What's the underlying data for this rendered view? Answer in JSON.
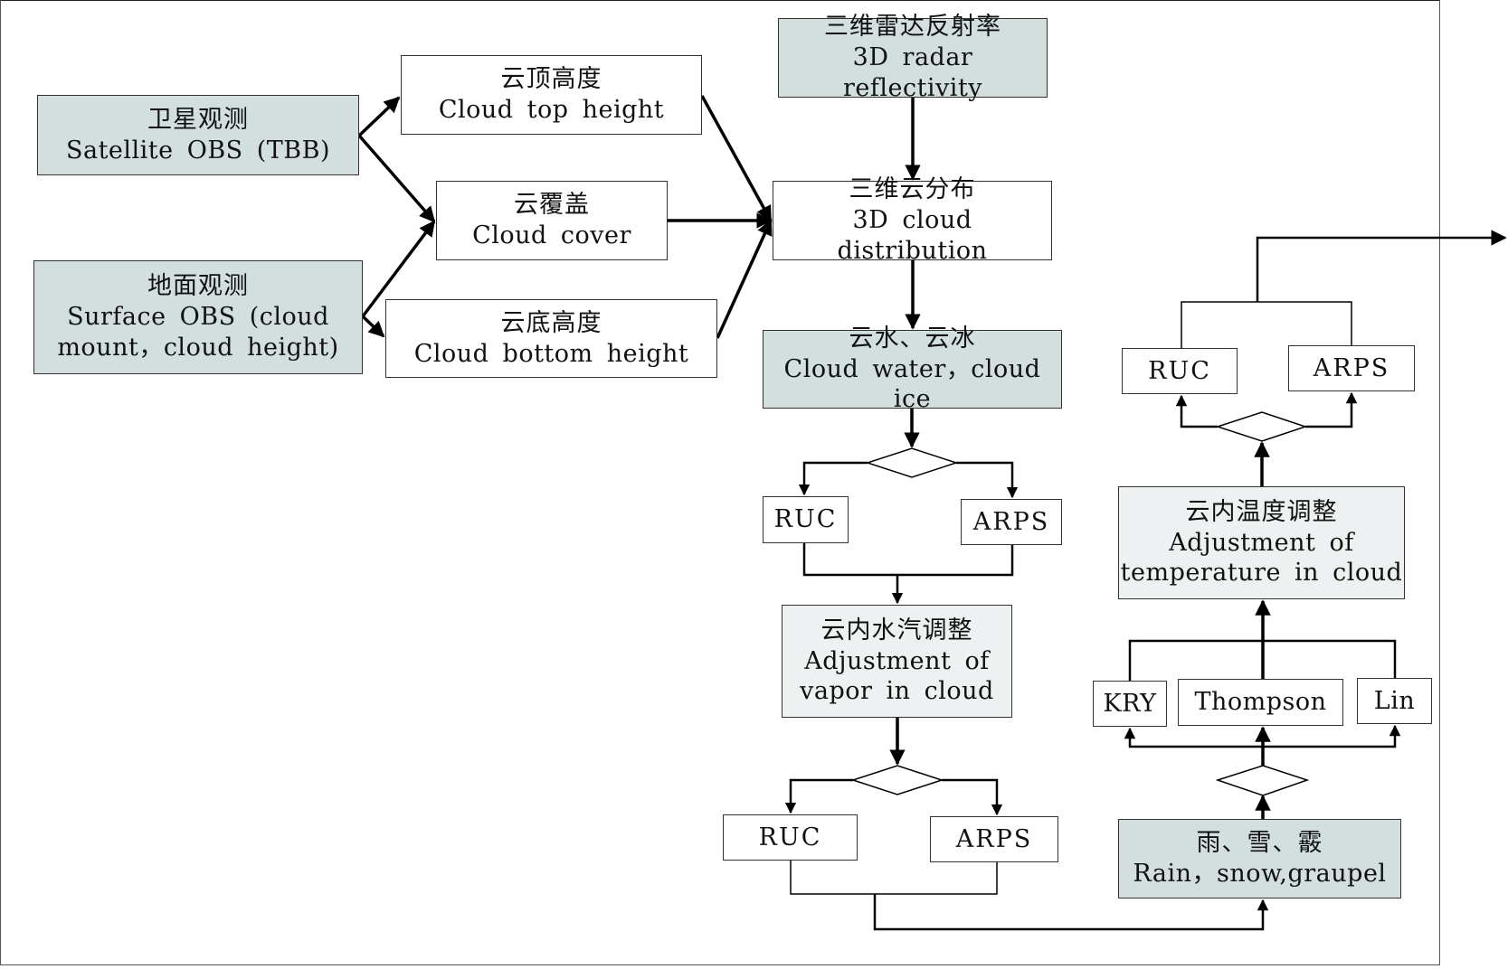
{
  "diagram": {
    "type": "flowchart",
    "colors": {
      "data_box_fill": "#d3dfdf",
      "adjust_box_fill": "#eef1f1",
      "plain_box_fill": "#ffffff",
      "line": "#000000"
    },
    "nodes": {
      "satellite": {
        "zh": "卫星观测",
        "en": "Satellite OBS (TBB)"
      },
      "surface": {
        "zh": "地面观测",
        "en": "Surface OBS (cloud",
        "en2": "mount，cloud height)"
      },
      "cloud_top": {
        "zh": "云顶高度",
        "en": "Cloud top height"
      },
      "cloud_cover": {
        "zh": "云覆盖",
        "en": "Cloud cover"
      },
      "cloud_bottom": {
        "zh": "云底高度",
        "en": "Cloud bottom height"
      },
      "radar": {
        "zh": "三维雷达反射率",
        "en": "3D radar reflectivity"
      },
      "cloud_dist": {
        "zh": "三维云分布",
        "en": "3D cloud distribution"
      },
      "cloud_water_ice": {
        "zh": "云水、云冰",
        "en": "Cloud water，cloud ice"
      },
      "ruc_1": {
        "en": "RUC"
      },
      "arps_1": {
        "en": "ARPS"
      },
      "vapor_adj": {
        "zh": "云内水汽调整",
        "en": "Adjustment of",
        "en2": "vapor in cloud"
      },
      "ruc_2": {
        "en": "RUC"
      },
      "arps_2": {
        "en": "ARPS"
      },
      "precip": {
        "zh": "雨、雪、霰",
        "en": "Rain，snow,graupel"
      },
      "kry": {
        "en": "KRY"
      },
      "thompson": {
        "en": "Thompson"
      },
      "lin": {
        "en": "Lin"
      },
      "temp_adj": {
        "zh": "云内温度调整",
        "en": "Adjustment of",
        "en2": "temperature in cloud"
      },
      "ruc_3": {
        "en": "RUC"
      },
      "arps_3": {
        "en": "ARPS"
      }
    },
    "edges": [
      [
        "satellite",
        "cloud_top"
      ],
      [
        "satellite",
        "cloud_cover"
      ],
      [
        "surface",
        "cloud_cover"
      ],
      [
        "surface",
        "cloud_bottom"
      ],
      [
        "cloud_top",
        "cloud_dist"
      ],
      [
        "cloud_cover",
        "cloud_dist"
      ],
      [
        "cloud_bottom",
        "cloud_dist"
      ],
      [
        "radar",
        "cloud_dist"
      ],
      [
        "cloud_dist",
        "cloud_water_ice"
      ],
      [
        "cloud_water_ice",
        "decision_1"
      ],
      [
        "decision_1",
        "ruc_1"
      ],
      [
        "decision_1",
        "arps_1"
      ],
      [
        "ruc_1",
        "vapor_adj"
      ],
      [
        "arps_1",
        "vapor_adj"
      ],
      [
        "vapor_adj",
        "decision_2"
      ],
      [
        "decision_2",
        "ruc_2"
      ],
      [
        "decision_2",
        "arps_2"
      ],
      [
        "ruc_2",
        "precip"
      ],
      [
        "arps_2",
        "precip"
      ],
      [
        "precip",
        "decision_3"
      ],
      [
        "decision_3",
        "kry"
      ],
      [
        "decision_3",
        "thompson"
      ],
      [
        "decision_3",
        "lin"
      ],
      [
        "kry",
        "temp_adj"
      ],
      [
        "thompson",
        "temp_adj"
      ],
      [
        "lin",
        "temp_adj"
      ],
      [
        "temp_adj",
        "decision_4"
      ],
      [
        "decision_4",
        "ruc_3"
      ],
      [
        "decision_4",
        "arps_3"
      ],
      [
        "ruc_3",
        "output"
      ],
      [
        "arps_3",
        "output"
      ]
    ]
  }
}
